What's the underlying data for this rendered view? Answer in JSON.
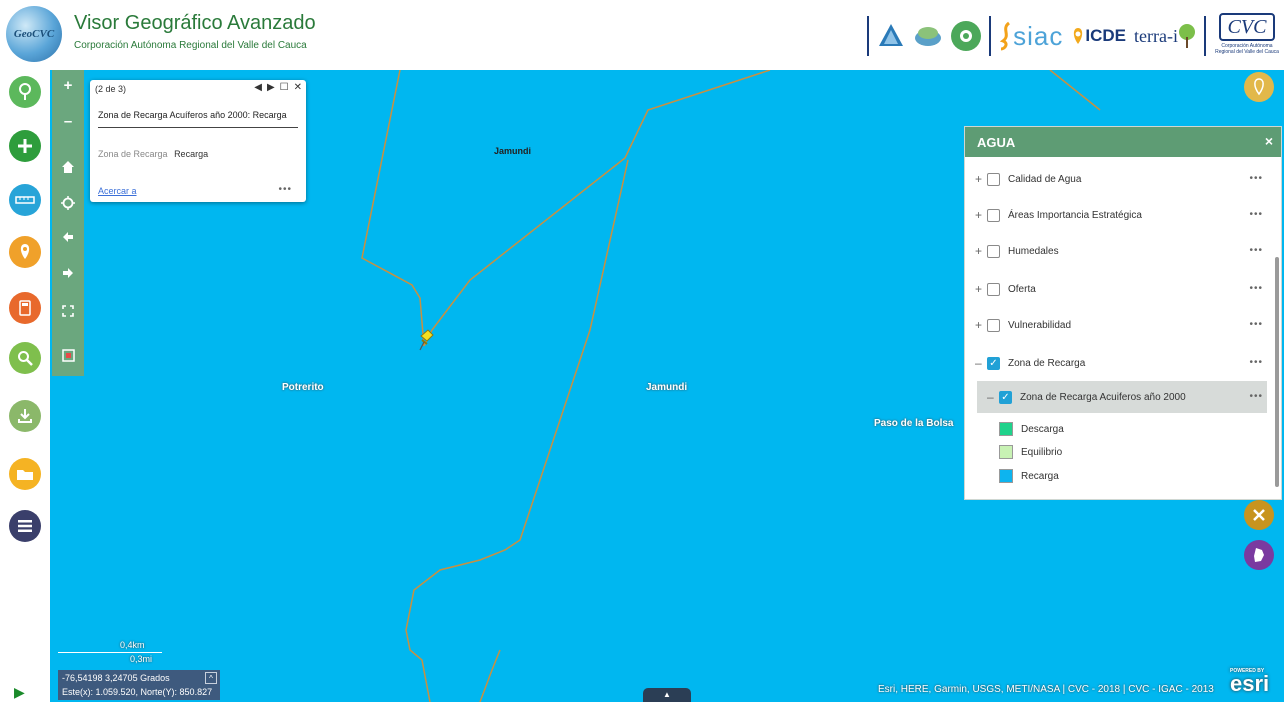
{
  "header": {
    "logo_text": "GeoCVC",
    "title": "Visor Geográfico Avanzado",
    "subtitle": "Corporación Autónoma Regional del Valle del Cauca",
    "partners": {
      "siac": "siac",
      "icde": "ICDE",
      "terra": "terra-i",
      "cvc": "CVC",
      "cvc_caption": "Corporación Autónoma Regional del Valle del Cauca"
    }
  },
  "left_tools": [
    {
      "name": "identify-icon",
      "color": "#5cb85c"
    },
    {
      "name": "add-data-icon",
      "color": "#2e9d3c"
    },
    {
      "name": "measure-icon",
      "color": "#27a4d8"
    },
    {
      "name": "locate-icon",
      "color": "#f0a12a"
    },
    {
      "name": "calculator-icon",
      "color": "#e8692c"
    },
    {
      "name": "search-icon",
      "color": "#7fbf4d"
    },
    {
      "name": "download-icon",
      "color": "#8bb86a"
    },
    {
      "name": "folder-icon",
      "color": "#f5b323"
    },
    {
      "name": "menu-icon",
      "color": "#3a3f6b"
    }
  ],
  "zoom_strip": [
    "zoom-in-icon",
    "zoom-out-icon",
    "home-icon",
    "locate-me-icon",
    "back-icon",
    "forward-icon",
    "fullscreen-icon",
    "overview-icon"
  ],
  "map": {
    "places": {
      "jamundi_small": "Jamundi",
      "potrerito": "Potrerito",
      "jamundi_big": "Jamundi",
      "paso_bolsa": "Paso de la Bolsa"
    }
  },
  "popup": {
    "count": "(2 de 3)",
    "title": "Zona de Recarga Acuíferos año 2000: Recarga",
    "attr_key": "Zona de Recarga",
    "attr_value": "Recarga",
    "zoom_link": "Acercar a",
    "more": "•••"
  },
  "agua_panel": {
    "title": "AGUA",
    "close": "×",
    "layers": [
      {
        "label": "Calidad de Agua",
        "toggle": "+",
        "checked": false
      },
      {
        "label": "Áreas Importancia Estratégica",
        "toggle": "+",
        "checked": false
      },
      {
        "label": "Humedales",
        "toggle": "+",
        "checked": false
      },
      {
        "label": "Oferta",
        "toggle": "+",
        "checked": false
      },
      {
        "label": "Vulnerabilidad",
        "toggle": "+",
        "checked": false
      },
      {
        "label": "Zona de Recarga",
        "toggle": "–",
        "checked": true
      }
    ],
    "sublayer": {
      "label": "Zona de Recarga Acuiferos año 2000",
      "toggle": "–",
      "checked": true
    },
    "legend": [
      {
        "label": "Descarga",
        "color": "#1fd28b"
      },
      {
        "label": "Equilibrio",
        "color": "#c8f2b4"
      },
      {
        "label": "Recarga",
        "color": "#0db4ef"
      }
    ],
    "more": "•••"
  },
  "scale": {
    "km": "0,4km",
    "mi": "0,3mi"
  },
  "coords": {
    "line1": "-76,54198 3,24705 Grados",
    "line2": "Este(x): 1.059.520, Norte(Y): 850.827"
  },
  "attribution": "Esri, HERE, Garmin, USGS, METI/NASA | CVC - 2018 | CVC - IGAC - 2013",
  "esri": {
    "powered": "POWERED BY",
    "name": "esri"
  }
}
